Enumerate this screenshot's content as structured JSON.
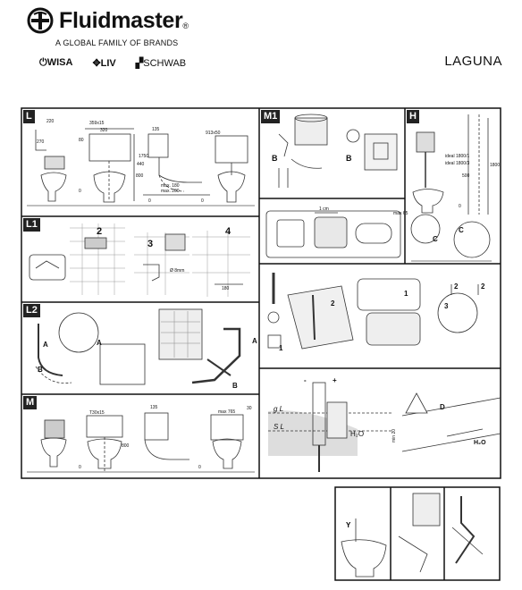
{
  "header": {
    "brand_name": "Fluidmaster",
    "reg_mark": "®",
    "tagline": "A GLOBAL FAMILY OF BRANDS",
    "sub_brands": [
      "WISA",
      "LIV",
      "SCHWAB"
    ],
    "product_name": "LAGUNA"
  },
  "panels": {
    "L": "L",
    "L1": "L1",
    "L2": "L2",
    "M": "M",
    "M1": "M1",
    "H": "H"
  },
  "step_numbers": {
    "l1": [
      "2",
      "3",
      "4"
    ],
    "m1_side": [
      "1",
      "2"
    ],
    "exploded": [
      "1",
      "2",
      "3",
      "2",
      "2",
      "1"
    ]
  },
  "labels": {
    "l_dims": [
      "220",
      "270",
      "359x15",
      "320",
      "80",
      "135",
      "913x50",
      "440",
      "800",
      "1750",
      "max. 180",
      "max. 200",
      "0",
      "0",
      "0"
    ],
    "h_dims": [
      "ideal 1800/1",
      "ideal 1800/3",
      "500",
      "1800",
      "0"
    ],
    "m1_letters": [
      "B",
      "B"
    ],
    "h_letters": [
      "C",
      "C"
    ],
    "measure_1cm": "1 cm",
    "measure_65": "max 65",
    "l1_drill": "Ø 8mm",
    "l1_span": "180",
    "l2_letters": [
      "A",
      "B",
      "A",
      "B",
      "A"
    ],
    "m_dims": [
      "T30x15",
      "800",
      "135",
      "max 765",
      "30",
      "0",
      "0"
    ],
    "level_gl": "g L",
    "level_sl": "S L",
    "h2o": "H₂O",
    "min_20": "min 20",
    "d_letter": "D",
    "minus": "-",
    "plus": "+",
    "y_letter": "Y"
  }
}
